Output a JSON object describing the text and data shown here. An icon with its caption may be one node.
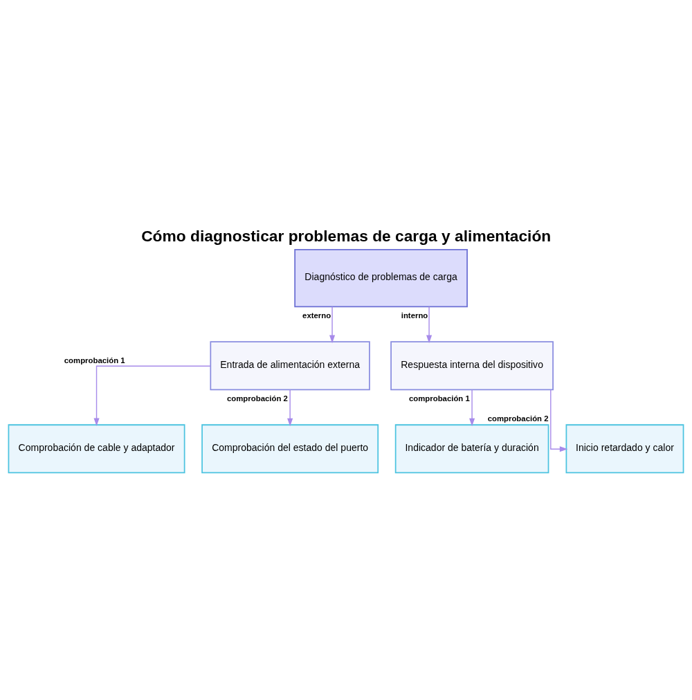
{
  "diagram": {
    "title": "Cómo diagnosticar problemas de carga y alimentación",
    "nodes": [
      {
        "text": [
          "Diagnóstico de problemas de carga"
        ]
      },
      {
        "text": [
          "Entrada de alimentación externa"
        ]
      },
      {
        "text": [
          "Respuesta interna del dispositivo"
        ]
      },
      {
        "text": [
          "Comprobación de cable y adaptador"
        ]
      },
      {
        "text": [
          "Comprobación del estado del puerto"
        ]
      },
      {
        "text": [
          "Indicador de batería y duración"
        ]
      },
      {
        "text": [
          "Inicio retardado y calor"
        ]
      }
    ],
    "edges": [
      {
        "from": 0,
        "to": 1,
        "arrow": "to",
        "label": "externo"
      },
      {
        "from": 0,
        "to": 2,
        "arrow": "to",
        "label": "interno"
      },
      {
        "from": 1,
        "to": 3,
        "arrow": "to",
        "label": "comprobación 1"
      },
      {
        "from": 1,
        "to": 4,
        "arrow": "to",
        "label": "comprobación 2"
      },
      {
        "from": 2,
        "to": 5,
        "arrow": "to",
        "label": "comprobación 1"
      },
      {
        "from": 2,
        "to": 6,
        "arrow": "to",
        "label": "comprobación 2"
      }
    ]
  }
}
